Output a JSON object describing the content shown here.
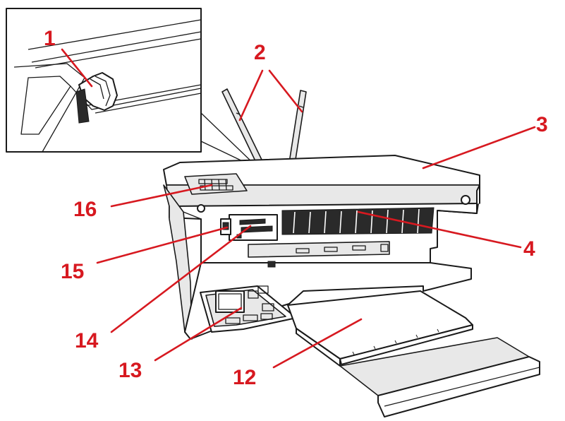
{
  "diagram": {
    "subject": "all-in-one inkjet printer component callouts",
    "accent_color": "#d71920",
    "callouts": [
      {
        "id": "1",
        "label": "1"
      },
      {
        "id": "2",
        "label": "2"
      },
      {
        "id": "3",
        "label": "3"
      },
      {
        "id": "4",
        "label": "4"
      },
      {
        "id": "12",
        "label": "12"
      },
      {
        "id": "13",
        "label": "13"
      },
      {
        "id": "14",
        "label": "14"
      },
      {
        "id": "15",
        "label": "15"
      },
      {
        "id": "16",
        "label": "16"
      }
    ]
  }
}
